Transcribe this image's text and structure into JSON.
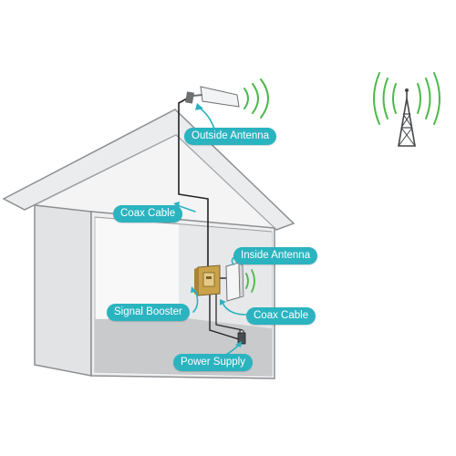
{
  "labels": {
    "outside_antenna": "Outside Antenna",
    "coax_cable_upper": "Coax Cable",
    "inside_antenna": "Inside Antenna",
    "signal_booster": "Signal Booster",
    "coax_cable_lower": "Coax Cable",
    "power_supply": "Power Supply"
  },
  "colors": {
    "label_bg": "#2bb3c0",
    "signal_wave": "#4cb848",
    "house_wall": "#e9eaec",
    "house_outline": "#8c8f92",
    "booster": "#c9a24a"
  },
  "icons": {
    "cell_tower": "cell-tower-icon",
    "outside_antenna": "outside-antenna-icon",
    "inside_antenna": "inside-antenna-icon",
    "signal_booster": "signal-booster-icon",
    "power_supply": "power-supply-icon"
  }
}
